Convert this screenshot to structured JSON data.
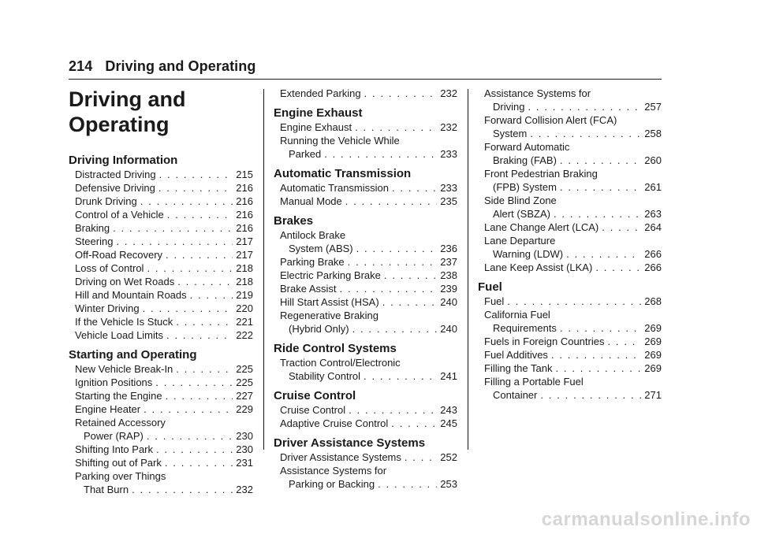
{
  "header": {
    "page_number": "214",
    "running_title": "Driving and Operating"
  },
  "title_line1": "Driving and",
  "title_line2": "Operating",
  "columns": [
    {
      "sections": [
        {
          "title": "Driving Information",
          "entries": [
            {
              "text": "Distracted Driving",
              "page": "215"
            },
            {
              "text": "Defensive Driving",
              "page": "216"
            },
            {
              "text": "Drunk Driving",
              "page": "216"
            },
            {
              "text": "Control of a Vehicle",
              "page": "216"
            },
            {
              "text": "Braking",
              "page": "216"
            },
            {
              "text": "Steering",
              "page": "217"
            },
            {
              "text": "Off-Road Recovery",
              "page": "217"
            },
            {
              "text": "Loss of Control",
              "page": "218"
            },
            {
              "text": "Driving on Wet Roads",
              "page": "218"
            },
            {
              "text": "Hill and Mountain Roads",
              "page": "219"
            },
            {
              "text": "Winter Driving",
              "page": "220"
            },
            {
              "text": "If the Vehicle Is Stuck",
              "page": "221"
            },
            {
              "text": "Vehicle Load Limits",
              "page": "222"
            }
          ]
        },
        {
          "title": "Starting and Operating",
          "entries": [
            {
              "text": "New Vehicle Break-In",
              "page": "225"
            },
            {
              "text": "Ignition Positions",
              "page": "225"
            },
            {
              "text": "Starting the Engine",
              "page": "227"
            },
            {
              "text": "Engine Heater",
              "page": "229"
            },
            {
              "text": "Retained Accessory",
              "text2": "Power (RAP)",
              "page": "230"
            },
            {
              "text": "Shifting Into Park",
              "page": "230"
            },
            {
              "text": "Shifting out of Park",
              "page": "231"
            },
            {
              "text": "Parking over Things",
              "text2": "That Burn",
              "page": "232"
            }
          ]
        }
      ]
    },
    {
      "sections": [
        {
          "title": "",
          "entries": [
            {
              "text": "Extended Parking",
              "page": "232"
            }
          ]
        },
        {
          "title": "Engine Exhaust",
          "entries": [
            {
              "text": "Engine Exhaust",
              "page": "232"
            },
            {
              "text": "Running the Vehicle While",
              "text2": "Parked",
              "page": "233"
            }
          ]
        },
        {
          "title": "Automatic Transmission",
          "entries": [
            {
              "text": "Automatic Transmission",
              "page": "233"
            },
            {
              "text": "Manual Mode",
              "page": "235"
            }
          ]
        },
        {
          "title": "Brakes",
          "entries": [
            {
              "text": "Antilock Brake",
              "text2": "System (ABS)",
              "page": "236"
            },
            {
              "text": "Parking Brake",
              "page": "237"
            },
            {
              "text": "Electric Parking Brake",
              "page": "238"
            },
            {
              "text": "Brake Assist",
              "page": "239"
            },
            {
              "text": "Hill Start Assist (HSA)",
              "page": "240"
            },
            {
              "text": "Regenerative Braking",
              "text2": "(Hybrid Only)",
              "page": "240"
            }
          ]
        },
        {
          "title": "Ride Control Systems",
          "entries": [
            {
              "text": "Traction Control/Electronic",
              "text2": "Stability Control",
              "page": "241"
            }
          ]
        },
        {
          "title": "Cruise Control",
          "entries": [
            {
              "text": "Cruise Control",
              "page": "243"
            },
            {
              "text": "Adaptive Cruise Control",
              "page": "245"
            }
          ]
        },
        {
          "title": "Driver Assistance Systems",
          "entries": [
            {
              "text": "Driver Assistance Systems",
              "page": "252"
            },
            {
              "text": "Assistance Systems for",
              "text2": "Parking or Backing",
              "page": "253"
            }
          ]
        }
      ]
    },
    {
      "sections": [
        {
          "title": "",
          "entries": [
            {
              "text": "Assistance Systems for",
              "text2": "Driving",
              "page": "257"
            },
            {
              "text": "Forward Collision Alert (FCA)",
              "text2": "System",
              "page": "258"
            },
            {
              "text": "Forward Automatic",
              "text2": "Braking (FAB)",
              "page": "260"
            },
            {
              "text": "Front Pedestrian Braking",
              "text2": "(FPB) System",
              "page": "261"
            },
            {
              "text": "Side Blind Zone",
              "text2": "Alert (SBZA)",
              "page": "263"
            },
            {
              "text": "Lane Change Alert (LCA)",
              "page": "264"
            },
            {
              "text": "Lane Departure",
              "text2": "Warning (LDW)",
              "page": "266"
            },
            {
              "text": "Lane Keep Assist (LKA)",
              "page": "266"
            }
          ]
        },
        {
          "title": "Fuel",
          "entries": [
            {
              "text": "Fuel",
              "page": "268"
            },
            {
              "text": "California Fuel",
              "text2": "Requirements",
              "page": "269"
            },
            {
              "text": "Fuels in Foreign Countries",
              "page": "269"
            },
            {
              "text": "Fuel Additives",
              "page": "269"
            },
            {
              "text": "Filling the Tank",
              "page": "269"
            },
            {
              "text": "Filling a Portable Fuel",
              "text2": "Container",
              "page": "271"
            }
          ]
        }
      ]
    }
  ],
  "watermark": "carmanualsonline.info"
}
